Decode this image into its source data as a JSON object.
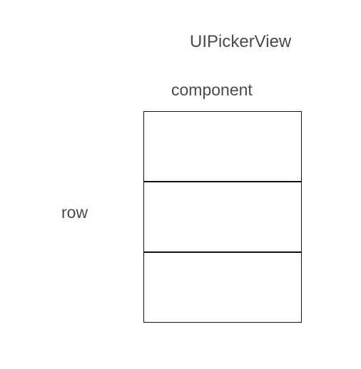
{
  "diagram": {
    "title": "UIPickerView",
    "component_label": "component",
    "row_label": "row",
    "row_count": 3
  }
}
